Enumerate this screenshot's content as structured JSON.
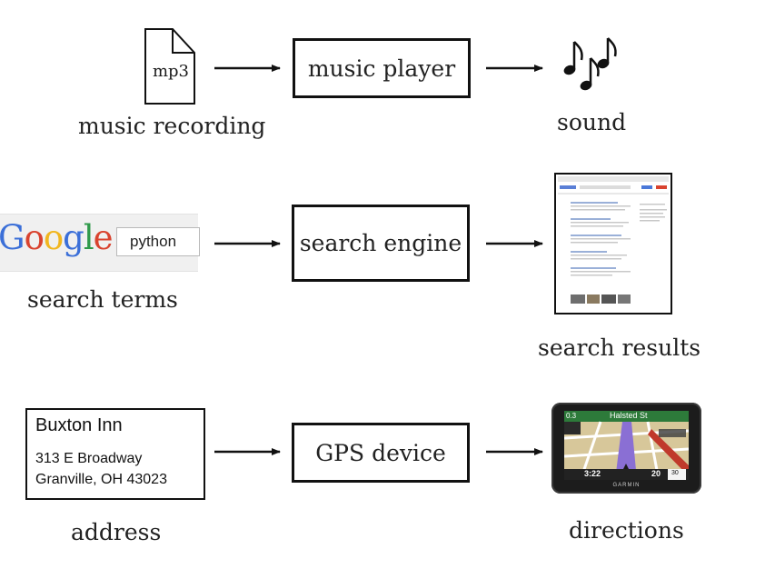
{
  "row1": {
    "file_label": "mp3",
    "input_caption": "music recording",
    "process": "music player",
    "output_caption": "sound",
    "output_icon": "music-notes-icon"
  },
  "row2": {
    "logo_text": "Google",
    "search_value": "python",
    "input_caption": "search terms",
    "process": "search engine",
    "output_caption": "search results",
    "output_icon": "search-results-page-icon"
  },
  "row3": {
    "address_name": "Buxton Inn",
    "address_line1": "313 E Broadway",
    "address_line2": "Granville, OH 43023",
    "input_caption": "address",
    "process": "GPS device",
    "output_caption": "directions",
    "gps_street": "Halsted St",
    "gps_brand": "GARMIN",
    "gps_distance": "0.3",
    "gps_time": "3:22",
    "gps_speed": "20",
    "gps_limit": "30"
  },
  "colors": {
    "google_blue": "#3b6fd8",
    "google_red": "#d9432f",
    "google_yellow": "#f1b620",
    "google_green": "#2f9a4a"
  }
}
